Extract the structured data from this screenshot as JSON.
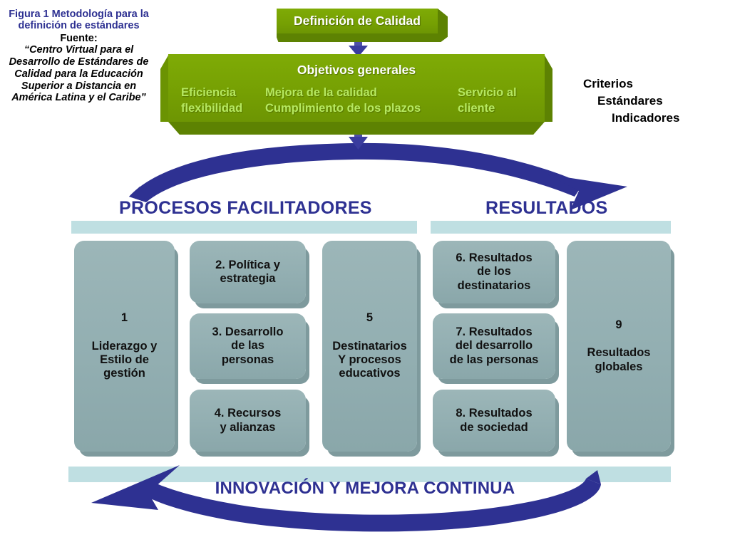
{
  "caption": {
    "figure_title": "Figura 1 Metodología para la definición de estándares",
    "fuente_label": "Fuente:",
    "source": "“Centro Virtual para el Desarrollo de Estándares de Calidad para la Educación Superior a Distancia en América Latina y el Caribe”"
  },
  "top": {
    "definition_box": "Definición de Calidad",
    "objectives_title": "Objetivos generales",
    "goals": [
      "Eficiencia\nflexibilidad",
      "Mejora de la calidad\nCumplimiento de los plazos",
      "Servicio al\ncliente"
    ]
  },
  "criteria": {
    "line1": "Criterios",
    "line2": "Estándares",
    "line3": "Indicadores"
  },
  "sections": {
    "left_heading": "PROCESOS FACILITADORES",
    "right_heading": "RESULTADOS",
    "bottom_heading": "INNOVACIÓN Y MEJORA CONTINUA"
  },
  "boxes": {
    "enablers": [
      {
        "number": "1",
        "label": "Liderazgo y\nEstilo de\ngestión"
      },
      {
        "number": "2.",
        "label": "2. Política y\nestrategia"
      },
      {
        "number": "3.",
        "label": "3. Desarrollo\nde las\npersonas"
      },
      {
        "number": "4.",
        "label": "4. Recursos\ny alianzas"
      },
      {
        "number": "5",
        "label": "Destinatarios\nY procesos\neducativos"
      }
    ],
    "results": [
      {
        "number": "6.",
        "label": "6. Resultados\nde los\ndestinatarios"
      },
      {
        "number": "7.",
        "label": "7. Resultados\ndel desarrollo\nde las personas"
      },
      {
        "number": "8.",
        "label": "8. Resultados\nde sociedad"
      },
      {
        "number": "9",
        "label": "Resultados\nglobales"
      }
    ]
  },
  "colors": {
    "green": "#76a003",
    "green_dark": "#5d8202",
    "green_text": "#b6e860",
    "teal": "#93afb2",
    "teal_shadow": "#7e9a9d",
    "light_blue": "#bfdfe2",
    "navy": "#2e3192",
    "black": "#000000",
    "white": "#ffffff"
  }
}
